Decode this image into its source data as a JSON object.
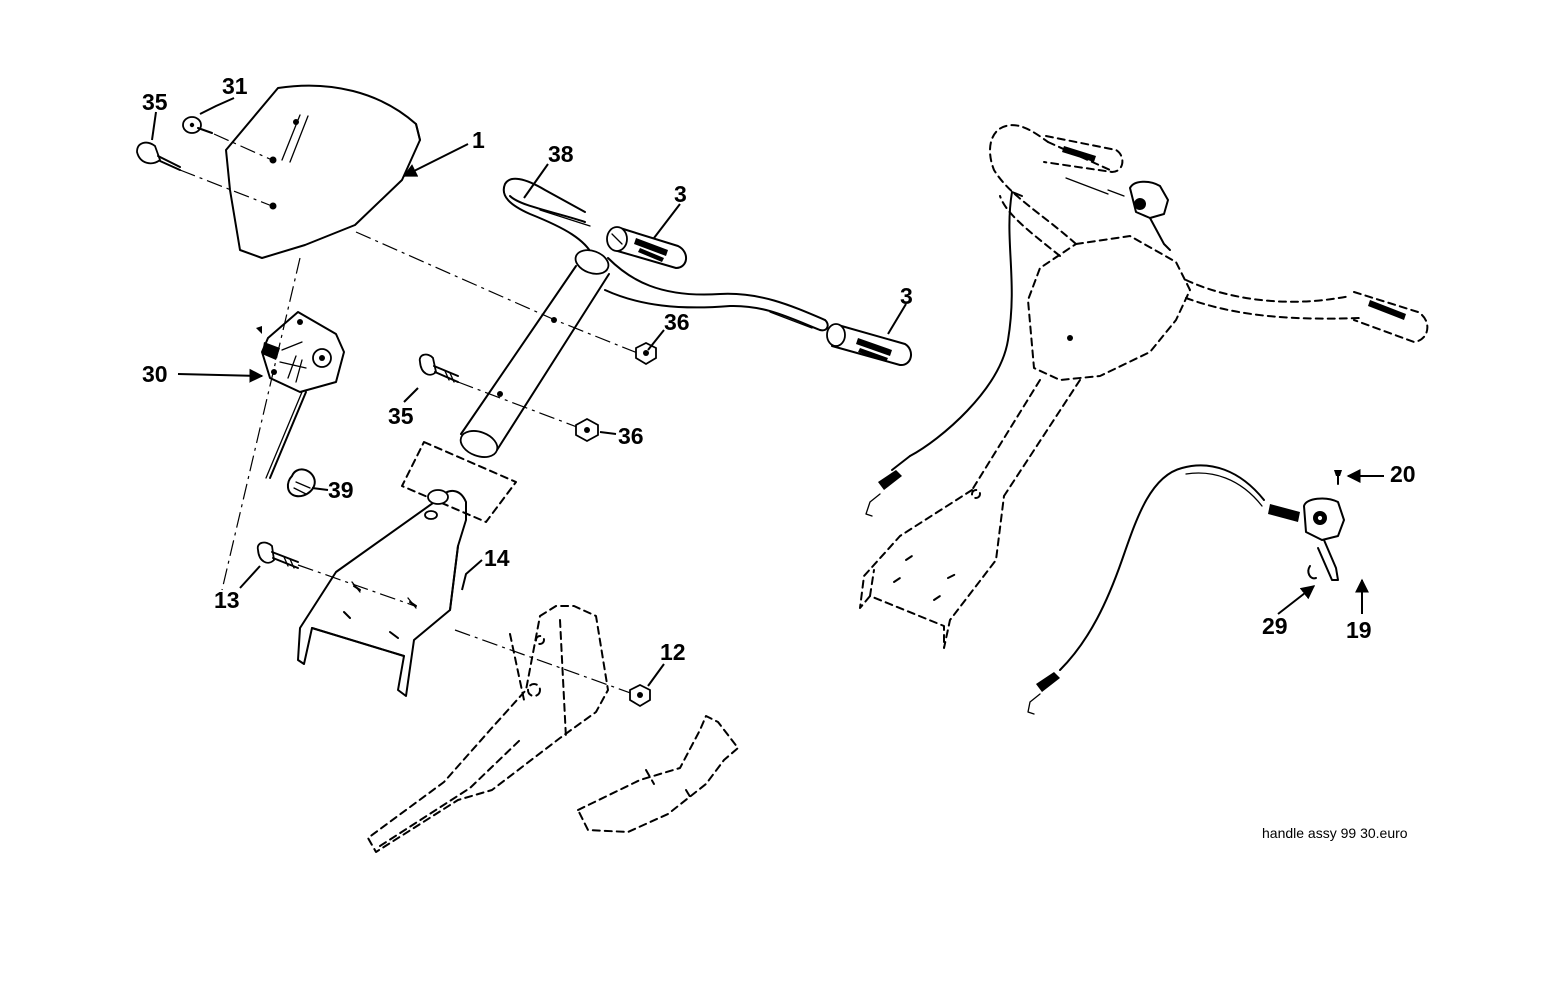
{
  "diagram": {
    "caption": "handle  assy  99  30.euro",
    "callouts": [
      {
        "id": "c1",
        "text": "1"
      },
      {
        "id": "c3a",
        "text": "3"
      },
      {
        "id": "c3b",
        "text": "3"
      },
      {
        "id": "c12",
        "text": "12"
      },
      {
        "id": "c13",
        "text": "13"
      },
      {
        "id": "c14",
        "text": "14"
      },
      {
        "id": "c19",
        "text": "19"
      },
      {
        "id": "c20",
        "text": "20"
      },
      {
        "id": "c29",
        "text": "29"
      },
      {
        "id": "c30",
        "text": "30"
      },
      {
        "id": "c31",
        "text": "31"
      },
      {
        "id": "c35a",
        "text": "35"
      },
      {
        "id": "c35b",
        "text": "35"
      },
      {
        "id": "c36a",
        "text": "36"
      },
      {
        "id": "c36b",
        "text": "36"
      },
      {
        "id": "c38",
        "text": "38"
      },
      {
        "id": "c39",
        "text": "39"
      }
    ]
  }
}
